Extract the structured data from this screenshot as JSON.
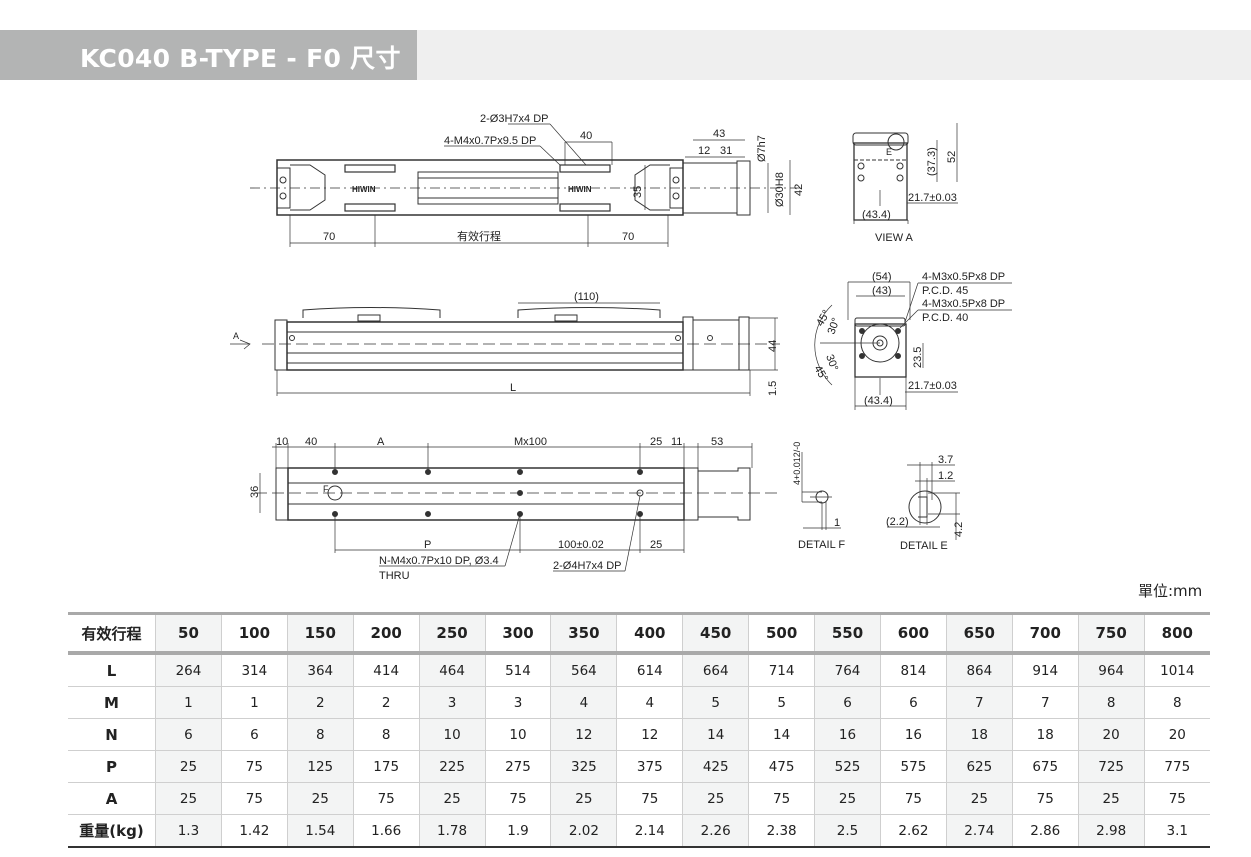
{
  "header": {
    "title": "KC040 B-TYPE - F0 尺寸表"
  },
  "drawing": {
    "top_view": {
      "pin_hole": "2-Ø3H7x4 DP",
      "tap_hole": "4-M4x0.7Px9.5 DP",
      "dim_40": "40",
      "dim_43": "43",
      "dim_12": "12",
      "dim_31": "31",
      "dim_shaft": "Ø7h7",
      "dim_pilot": "Ø30H8",
      "dim_35": "35",
      "dim_42": "42",
      "dim_left_70": "70",
      "dim_stroke": "有效行程",
      "dim_right_70": "70"
    },
    "view_a": {
      "dim_373": "(37.3)",
      "dim_52": "52",
      "dim_217": "21.7±0.03",
      "dim_434": "(43.4)",
      "label_e": "E",
      "title": "VIEW A"
    },
    "side_view": {
      "dim_110": "(110)",
      "arrow_a": "A",
      "dim_44": "44",
      "dim_15": "1.5",
      "dim_l": "L"
    },
    "motor_end": {
      "dim_54": "(54)",
      "dim_43": "(43)",
      "tap1": "4-M3x0.5Px8 DP",
      "pcd1": "P.C.D. 45",
      "tap2": "4-M3x0.5Px8 DP",
      "pcd2": "P.C.D. 40",
      "ang_45a": "45°",
      "ang_30a": "30°",
      "ang_30b": "30°",
      "ang_45b": "45°",
      "dim_235": "23.5",
      "dim_217": "21.7±0.03",
      "dim_434": "(43.4)"
    },
    "bottom_view": {
      "dim_10": "10",
      "dim_40": "40",
      "dim_a": "A",
      "dim_m": "Mx100",
      "dim_25a": "25",
      "dim_11": "11",
      "dim_53": "53",
      "dim_36": "36",
      "label_f": "F",
      "dim_p": "P",
      "dim_100": "100±0.02",
      "dim_25b": "25",
      "tap_note_1": "N-M4x0.7Px10 DP, Ø3.4",
      "tap_note_2": "THRU",
      "pin_note": "2-Ø4H7x4 DP"
    },
    "detail_f": {
      "dim_4": "4+0.012/-0",
      "dim_1": "1",
      "title": "DETAIL F"
    },
    "detail_e": {
      "dim_37": "3.7",
      "dim_12": "1.2",
      "dim_22": "(2.2)",
      "dim_42": "4.2",
      "title": "DETAIL E"
    }
  },
  "unit_label": "單位:mm",
  "table": {
    "header_label": "有效行程",
    "strokes": [
      "50",
      "100",
      "150",
      "200",
      "250",
      "300",
      "350",
      "400",
      "450",
      "500",
      "550",
      "600",
      "650",
      "700",
      "750",
      "800"
    ],
    "rows": [
      {
        "label": "L",
        "values": [
          "264",
          "314",
          "364",
          "414",
          "464",
          "514",
          "564",
          "614",
          "664",
          "714",
          "764",
          "814",
          "864",
          "914",
          "964",
          "1014"
        ]
      },
      {
        "label": "M",
        "values": [
          "1",
          "1",
          "2",
          "2",
          "3",
          "3",
          "4",
          "4",
          "5",
          "5",
          "6",
          "6",
          "7",
          "7",
          "8",
          "8"
        ]
      },
      {
        "label": "N",
        "values": [
          "6",
          "6",
          "8",
          "8",
          "10",
          "10",
          "12",
          "12",
          "14",
          "14",
          "16",
          "16",
          "18",
          "18",
          "20",
          "20"
        ]
      },
      {
        "label": "P",
        "values": [
          "25",
          "75",
          "125",
          "175",
          "225",
          "275",
          "325",
          "375",
          "425",
          "475",
          "525",
          "575",
          "625",
          "675",
          "725",
          "775"
        ]
      },
      {
        "label": "A",
        "values": [
          "25",
          "75",
          "25",
          "75",
          "25",
          "75",
          "25",
          "75",
          "25",
          "75",
          "25",
          "75",
          "25",
          "75",
          "25",
          "75"
        ]
      },
      {
        "label": "重量(kg)",
        "values": [
          "1.3",
          "1.42",
          "1.54",
          "1.66",
          "1.78",
          "1.9",
          "2.02",
          "2.14",
          "2.26",
          "2.38",
          "2.5",
          "2.62",
          "2.74",
          "2.86",
          "2.98",
          "3.1"
        ]
      }
    ]
  }
}
